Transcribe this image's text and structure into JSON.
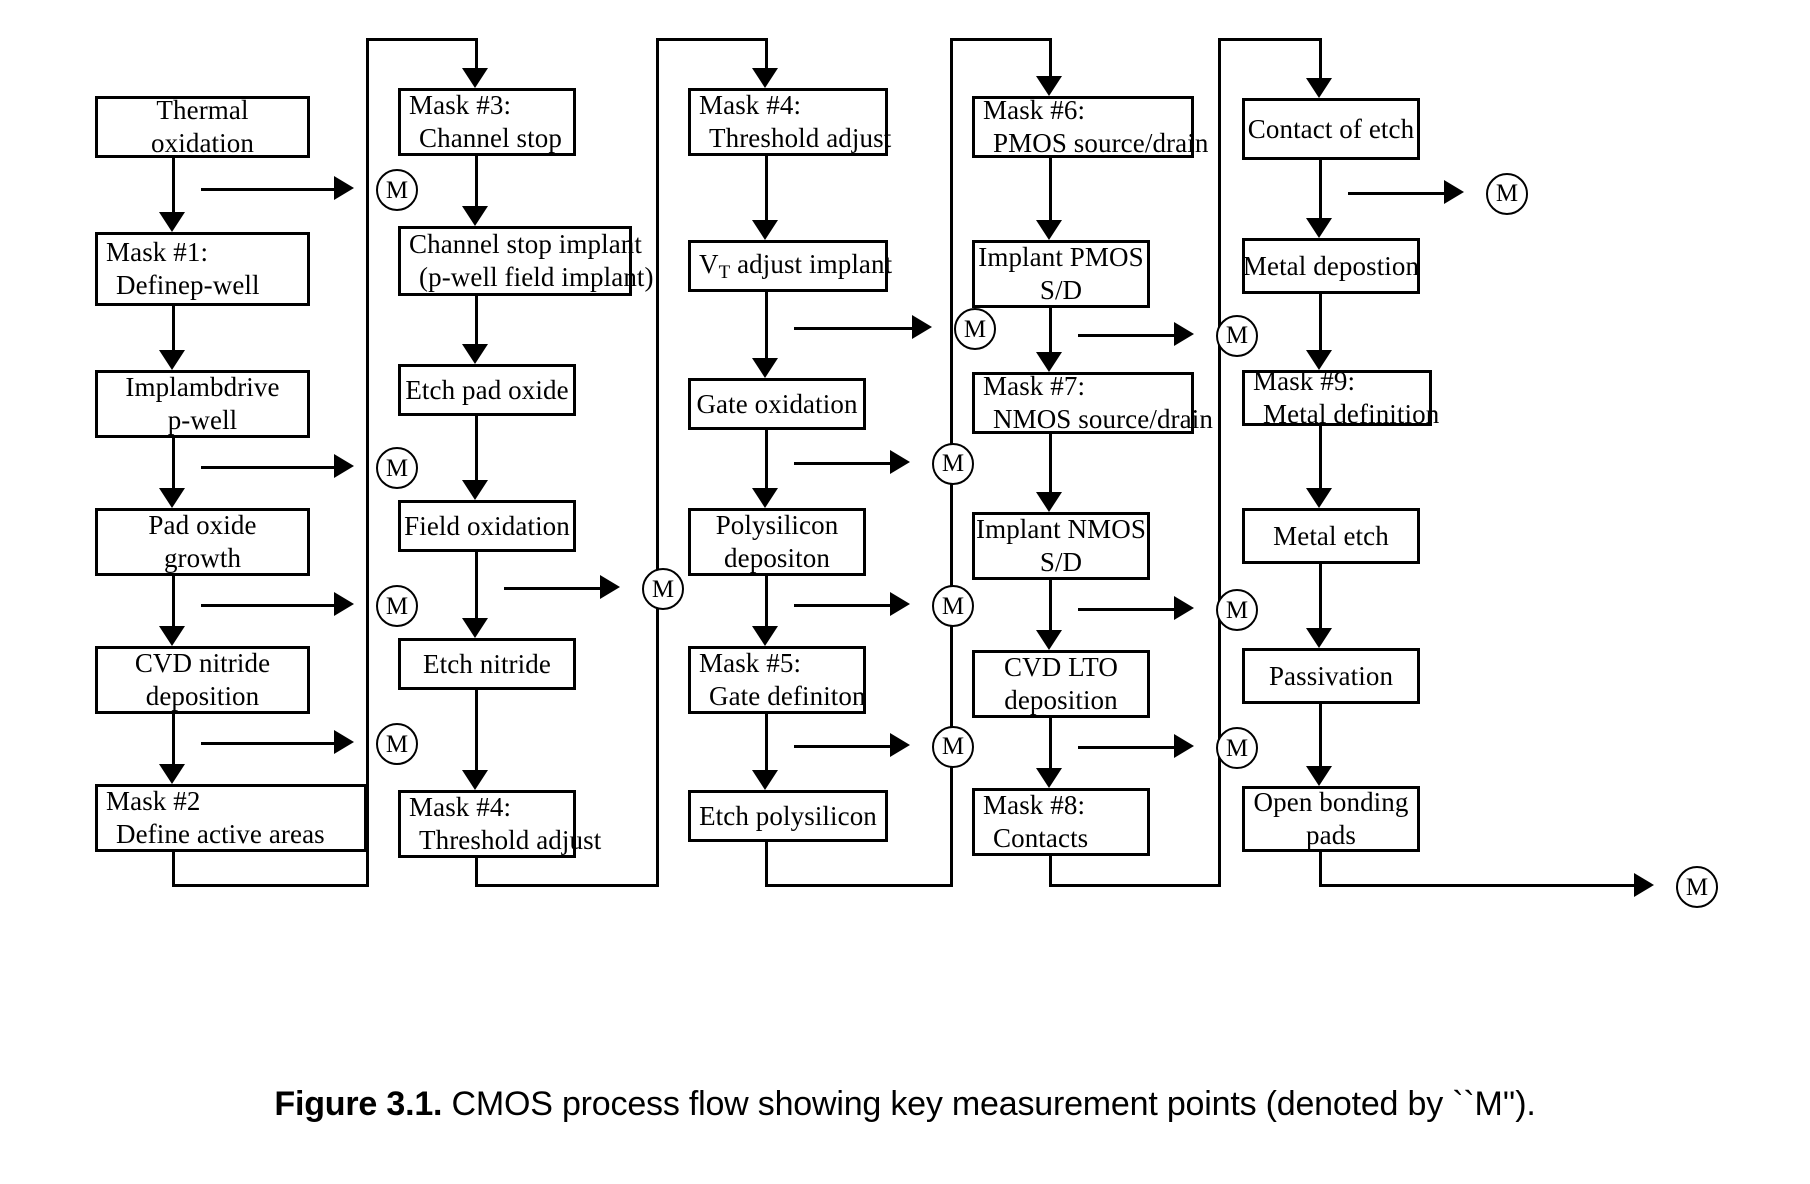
{
  "figure": {
    "label": "Figure 3.1.",
    "caption": "CMOS process flow showing key measurement points (denoted by ``M'')."
  },
  "marker": {
    "letter": "M"
  },
  "columns": [
    {
      "id": "column-1",
      "steps": [
        {
          "id": "thermal-oxidation",
          "align": "center",
          "lines": [
            "Thermal",
            "oxidation"
          ],
          "measure": true
        },
        {
          "id": "mask-1",
          "align": "left",
          "lines": [
            "Mask #1:",
            "Definep-well"
          ],
          "measure": false
        },
        {
          "id": "implant-drive-p-well",
          "align": "center",
          "lines": [
            "Implambdrive",
            "p-well"
          ],
          "measure": true
        },
        {
          "id": "pad-oxide-growth",
          "align": "center",
          "lines": [
            "Pad oxide",
            "growth"
          ],
          "measure": true
        },
        {
          "id": "cvd-nitride-deposition",
          "align": "center",
          "lines": [
            "CVD nitride",
            "deposition"
          ],
          "measure": true
        },
        {
          "id": "mask-2",
          "align": "left",
          "lines": [
            "Mask #2",
            "Define active areas"
          ],
          "measure": false
        }
      ]
    },
    {
      "id": "column-2",
      "steps": [
        {
          "id": "mask-3",
          "align": "left",
          "lines": [
            "Mask #3:",
            "Channel stop"
          ],
          "measure": false
        },
        {
          "id": "channel-stop-implant",
          "align": "left",
          "lines": [
            "Channel stop implant",
            "(p-well field implant)"
          ],
          "measure": false
        },
        {
          "id": "etch-pad-oxide",
          "align": "center",
          "lines": [
            "Etch pad oxide"
          ],
          "measure": false
        },
        {
          "id": "field-oxidation",
          "align": "center",
          "lines": [
            "Field oxidation"
          ],
          "measure": true
        },
        {
          "id": "etch-nitride",
          "align": "center",
          "lines": [
            "Etch nitride"
          ],
          "measure": false
        },
        {
          "id": "mask-4-col2",
          "align": "left",
          "lines": [
            "Mask #4:",
            "Threshold adjust"
          ],
          "measure": false
        }
      ]
    },
    {
      "id": "column-3",
      "steps": [
        {
          "id": "mask-4",
          "align": "left",
          "lines": [
            "Mask #4:",
            "Threshold adjust"
          ],
          "measure": false
        },
        {
          "id": "vt-adjust-implant",
          "align": "left",
          "lines": [
            "V<T> adjust implant"
          ],
          "measure": true
        },
        {
          "id": "gate-oxidation",
          "align": "center",
          "lines": [
            "Gate oxidation"
          ],
          "measure": true
        },
        {
          "id": "polysilicon-deposition",
          "align": "center",
          "lines": [
            "Polysilicon",
            "depositon"
          ],
          "measure": true
        },
        {
          "id": "mask-5",
          "align": "left",
          "lines": [
            "Mask #5:",
            "Gate definiton"
          ],
          "measure": true
        },
        {
          "id": "etch-polysilicon",
          "align": "center",
          "lines": [
            "Etch polysilicon"
          ],
          "measure": false
        }
      ]
    },
    {
      "id": "column-4",
      "steps": [
        {
          "id": "mask-6",
          "align": "left",
          "lines": [
            "Mask #6:",
            "PMOS source/drain"
          ],
          "measure": false
        },
        {
          "id": "implant-pmos-sd",
          "align": "center",
          "lines": [
            "Implant PMOS",
            "S/D"
          ],
          "measure": true
        },
        {
          "id": "mask-7",
          "align": "left",
          "lines": [
            "Mask #7:",
            "NMOS source/drain"
          ],
          "measure": false
        },
        {
          "id": "implant-nmos-sd",
          "align": "center",
          "lines": [
            "Implant NMOS",
            "S/D"
          ],
          "measure": true
        },
        {
          "id": "cvd-lto-deposition",
          "align": "center",
          "lines": [
            "CVD LTO",
            "deposition"
          ],
          "measure": true
        },
        {
          "id": "mask-8",
          "align": "left",
          "lines": [
            "Mask #8:",
            "Contacts"
          ],
          "measure": false
        }
      ]
    },
    {
      "id": "column-5",
      "steps": [
        {
          "id": "contact-of-etch",
          "align": "center",
          "lines": [
            "Contact of etch"
          ],
          "measure": true
        },
        {
          "id": "metal-deposition",
          "align": "center",
          "lines": [
            "Metal depostion"
          ],
          "measure": false
        },
        {
          "id": "mask-9",
          "align": "left",
          "lines": [
            "Mask #9:",
            "Metal definition"
          ],
          "measure": false
        },
        {
          "id": "metal-etch",
          "align": "center",
          "lines": [
            "Metal etch"
          ],
          "measure": false
        },
        {
          "id": "passivation",
          "align": "center",
          "lines": [
            "Passivation"
          ],
          "measure": false
        },
        {
          "id": "open-bonding-pads",
          "align": "center",
          "lines": [
            "Open bonding",
            "pads"
          ],
          "measure": false
        }
      ]
    }
  ]
}
